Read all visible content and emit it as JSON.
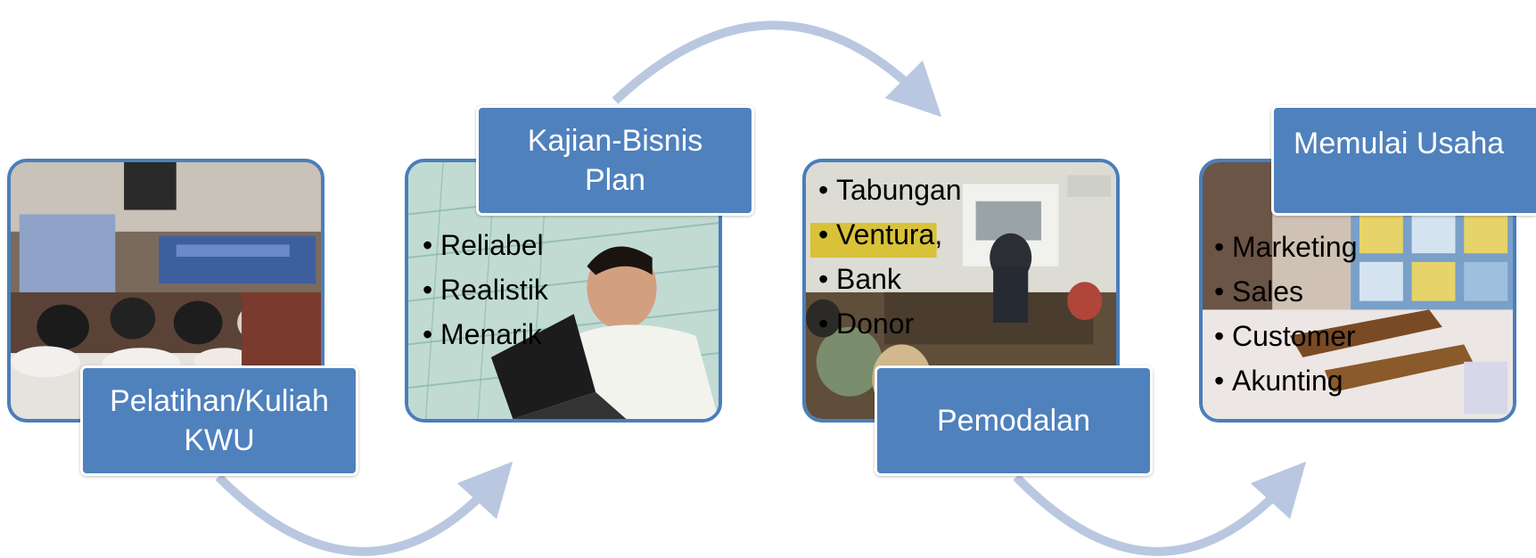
{
  "colors": {
    "box_fill": "#4f81bd",
    "box_border": "#ffffff",
    "photo_border": "#4a7ebb",
    "arrow": "#b9c8e0"
  },
  "steps": [
    {
      "label_lines": [
        "Pelatihan/Kuliah",
        "KWU"
      ],
      "bullets": []
    },
    {
      "label_lines": [
        "Kajian-Bisnis",
        "Plan"
      ],
      "bullets": [
        "Reliabel",
        "Realistik",
        "Menarik"
      ]
    },
    {
      "label_lines": [
        "Pemodalan"
      ],
      "bullets": [
        "Tabungan",
        "Ventura,",
        "Bank",
        "Donor"
      ]
    },
    {
      "label_lines": [
        "Memulai Usaha"
      ],
      "bullets": [
        "Marketing",
        "Sales",
        "Customer",
        "Akunting"
      ]
    }
  ]
}
